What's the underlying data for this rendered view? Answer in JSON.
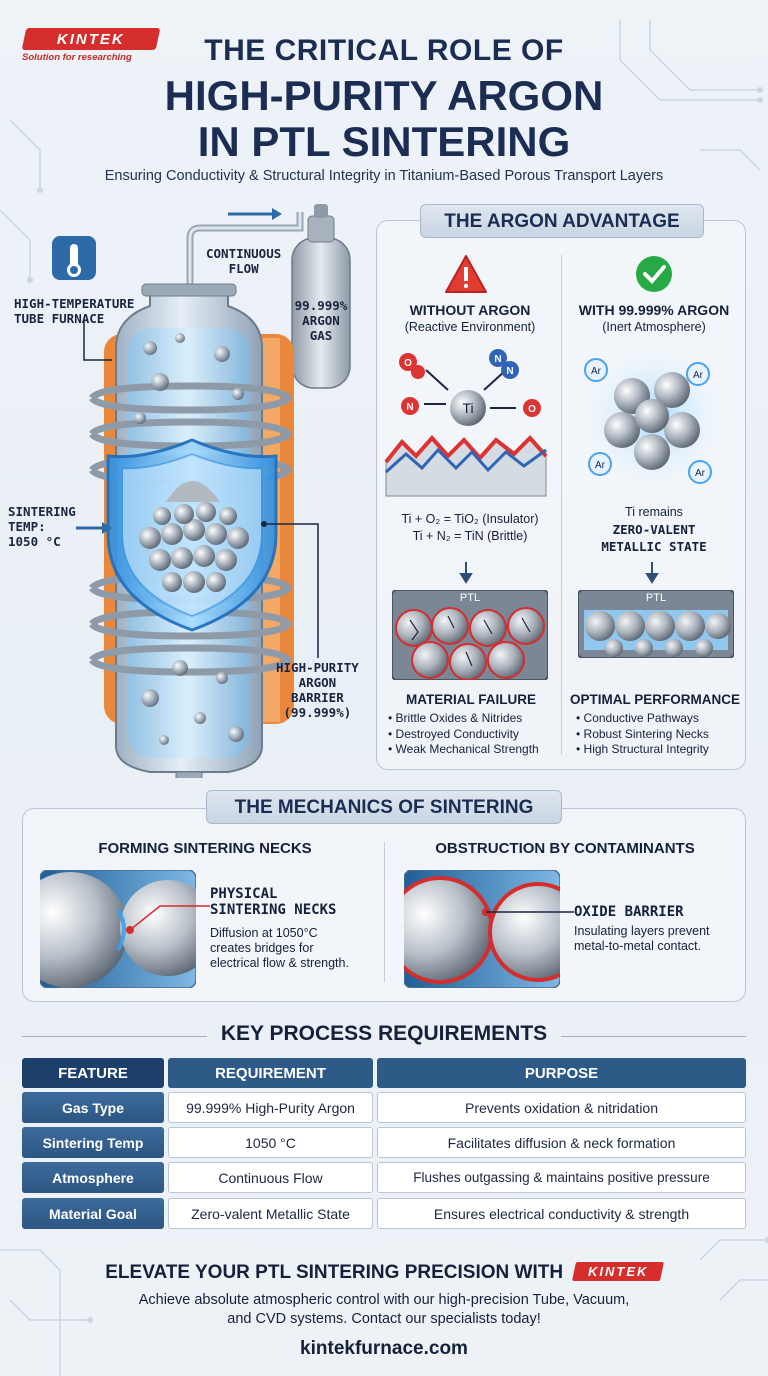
{
  "brand": {
    "logo_text": "KINTEK",
    "tagline": "Solution for researching",
    "accent_color": "#d62d2d",
    "navy_color": "#1b2d52"
  },
  "header": {
    "title_line1": "THE CRITICAL ROLE OF",
    "title_line2": "HIGH-PURITY ARGON",
    "title_line3": "IN PTL SINTERING",
    "subtitle": "Ensuring Conductivity & Structural Integrity in Titanium-Based Porous Transport Layers"
  },
  "furnace": {
    "furnace_label": [
      "HIGH-TEMPERATURE",
      "TUBE FURNACE"
    ],
    "flow_label": [
      "CONTINUOUS",
      "FLOW"
    ],
    "cylinder_label": [
      "99.999%",
      "ARGON",
      "GAS"
    ],
    "temp_label": [
      "SINTERING",
      "TEMP:",
      "1050 °C"
    ],
    "barrier_label": [
      "HIGH-PURITY",
      "ARGON",
      "BARRIER",
      "(99.999%)"
    ],
    "icons": [
      "thermometer-icon",
      "shield-icon",
      "gas-cylinder-icon"
    ]
  },
  "advantage": {
    "title": "THE ARGON ADVANTAGE",
    "without": {
      "heading": "WITHOUT ARGON",
      "sub": "(Reactive Environment)",
      "atoms": [
        "O",
        "N",
        "N",
        "Ti",
        "N",
        "O"
      ],
      "eq1": "Ti + O₂ = TiO₂ (Insulator)",
      "eq2": "Ti + N₂ = TiN (Brittle)",
      "ptl": "PTL",
      "result": "MATERIAL FAILURE",
      "bullets": [
        "• Brittle Oxides & Nitrides",
        "• Destroyed Conductivity",
        "• Weak Mechanical Strength"
      ]
    },
    "with": {
      "heading": "WITH 99.999% ARGON",
      "sub": "(Inert Atmosphere)",
      "atoms": [
        "Ar",
        "Ar",
        "Ar",
        "Ar"
      ],
      "state1": "Ti remains",
      "state2": "ZERO-VALENT",
      "state3": "METALLIC STATE",
      "ptl": "PTL",
      "result": "OPTIMAL PERFORMANCE",
      "bullets": [
        "• Conductive Pathways",
        "• Robust Sintering Necks",
        "• High Structural Integrity"
      ]
    }
  },
  "mechanics": {
    "title": "THE MECHANICS OF SINTERING",
    "left": {
      "heading": "FORMING SINTERING NECKS",
      "label1": "PHYSICAL",
      "label2": "SINTERING NECKS",
      "desc": [
        "Diffusion at 1050°C",
        "creates bridges for",
        "electrical flow & strength."
      ]
    },
    "right": {
      "heading": "OBSTRUCTION BY CONTAMINANTS",
      "label": "OXIDE BARRIER",
      "desc": [
        "Insulating layers prevent",
        "metal-to-metal contact."
      ]
    }
  },
  "requirements": {
    "title": "KEY PROCESS REQUIREMENTS",
    "headers": [
      "FEATURE",
      "REQUIREMENT",
      "PURPOSE"
    ],
    "rows": [
      [
        "Gas Type",
        "99.999% High-Purity Argon",
        "Prevents oxidation & nitridation"
      ],
      [
        "Sintering Temp",
        "1050 °C",
        "Facilitates diffusion & neck formation"
      ],
      [
        "Atmosphere",
        "Continuous Flow",
        "Flushes outgassing & maintains positive pressure"
      ],
      [
        "Material Goal",
        "Zero-valent Metallic State",
        "Ensures electrical conductivity & strength"
      ]
    ]
  },
  "footer": {
    "cta": "ELEVATE YOUR PTL SINTERING PRECISION WITH",
    "logo_text": "KINTEK",
    "sub1": "Achieve absolute atmospheric control with our high-precision Tube, Vacuum,",
    "sub2": "and CVD systems. Contact our specialists today!",
    "website": "kintekfurnace.com"
  }
}
